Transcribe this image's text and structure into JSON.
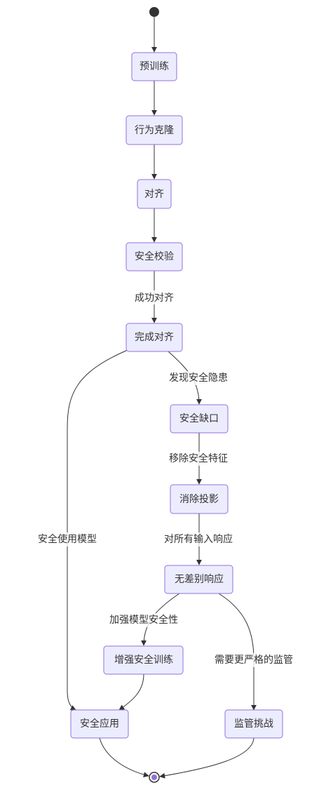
{
  "nodes": {
    "pretrain": "预训练",
    "behavior_cloning": "行为克隆",
    "align": "对齐",
    "safety_check": "安全校验",
    "align_done": "完成对齐",
    "safety_gap": "安全缺口",
    "ablation": "消除投影",
    "indiscriminate": "无差别响应",
    "enhance_training": "增强安全训练",
    "safe_apply": "安全应用",
    "regulatory": "监管挑战"
  },
  "edges": {
    "success_align": "成功对齐",
    "find_risk": "发现安全隐患",
    "remove_feature": "移除安全特征",
    "respond_all": "对所有输入响应",
    "strengthen": "加强模型安全性",
    "stricter": "需要更严格的监管",
    "safe_use": "安全使用模型"
  }
}
